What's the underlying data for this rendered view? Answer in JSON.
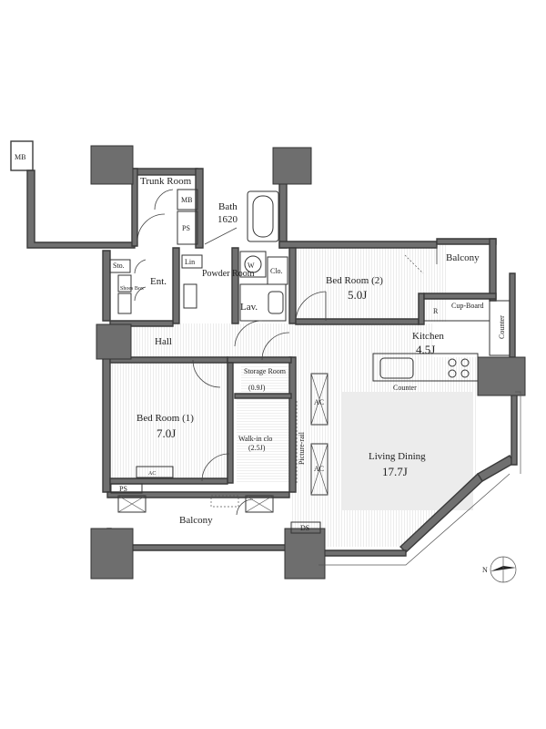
{
  "rooms": {
    "trunk_room": "Trunk Room",
    "mb_top": "MB",
    "mb_left": "MB",
    "bath": "Bath",
    "bath_size": "1620",
    "ps_upper": "PS",
    "ps_lower": "PS",
    "lin": "Lin",
    "powder_room": "Powder Room",
    "lav": "Lav.",
    "w": "W",
    "clo": "Clo.",
    "sto": "Sto.",
    "shoes_box": "Shoes Box",
    "ent": "Ent.",
    "hall": "Hall",
    "bed_room_2": "Bed Room (2)",
    "bed_room_2_size": "5.0J",
    "balcony_top": "Balcony",
    "r": "R",
    "cup_board": "Cup-Board",
    "counter_side": "Counter",
    "kitchen": "Kitchen",
    "kitchen_size": "4.5J",
    "counter": "Counter",
    "storage_room": "Storage Room",
    "storage_room_size": "(0.9J)",
    "bed_room_1": "Bed Room (1)",
    "bed_room_1_size": "7.0J",
    "walk_in_clo": "Walk-in clo",
    "walk_in_clo_size": "(2.5J)",
    "picture_rail": "Picture-rail",
    "ac_1": "AC",
    "ac_2": "AC",
    "ac_3": "AC",
    "living_dining": "Living Dining",
    "living_dining_size": "17.7J",
    "balcony_bottom": "Balcony",
    "ds": "DS"
  },
  "compass": {
    "label": "N"
  }
}
